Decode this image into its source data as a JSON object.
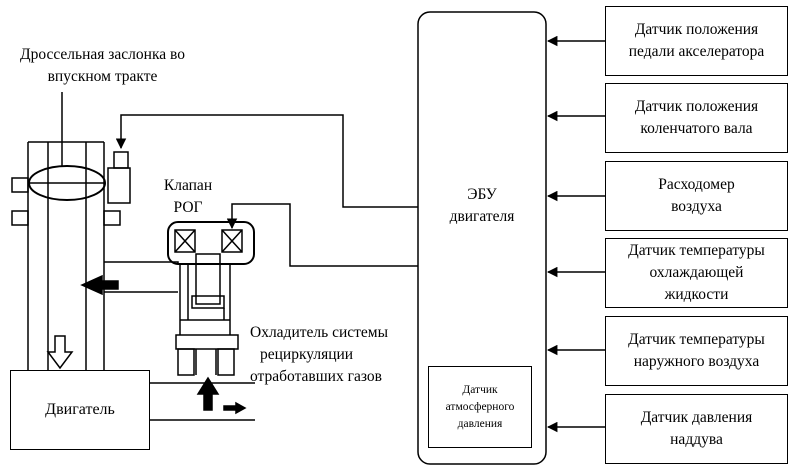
{
  "labels": {
    "throttle_line1": "Дроссельная заслонка во",
    "throttle_line2": "впускном тракте",
    "egr_valve_line1": "Клапан",
    "egr_valve_line2": "РОГ",
    "cooler_line1": "Охладитель системы",
    "cooler_line2": "рециркуляции",
    "cooler_line3": "отработавших газов",
    "engine": "Двигатель",
    "ecu_line1": "ЭБУ",
    "ecu_line2": "двигателя",
    "baro_line1": "Датчик",
    "baro_line2": "атмосферного",
    "baro_line3": "давления"
  },
  "sensors": [
    {
      "line1": "Датчик положения",
      "line2": "педали акселератора",
      "line3": ""
    },
    {
      "line1": "Датчик положения",
      "line2": "коленчатого вала",
      "line3": ""
    },
    {
      "line1": "Расходомер",
      "line2": "воздуха",
      "line3": ""
    },
    {
      "line1": "Датчик температуры",
      "line2": "охлаждающей",
      "line3": "жидкости"
    },
    {
      "line1": "Датчик температуры",
      "line2": "наружного воздуха",
      "line3": ""
    },
    {
      "line1": "Датчик давления",
      "line2": "наддува",
      "line3": ""
    }
  ]
}
